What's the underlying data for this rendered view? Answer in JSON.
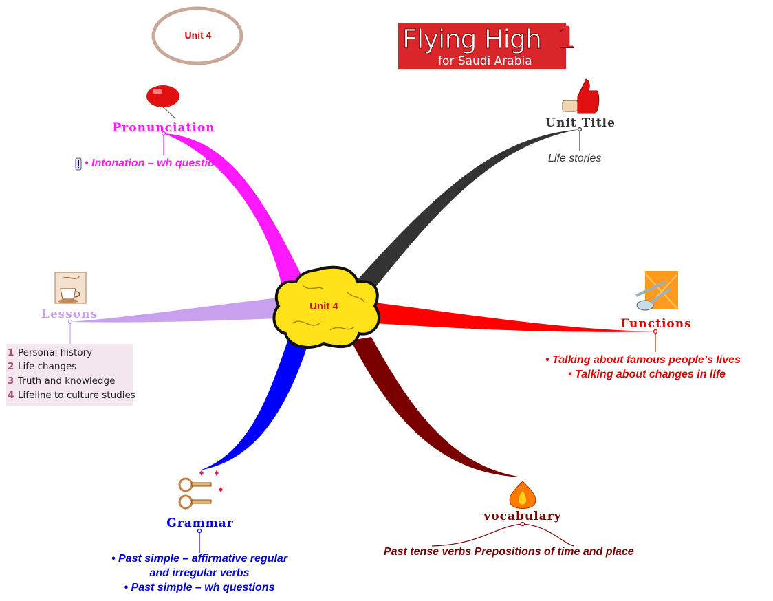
{
  "center": {
    "label": "Unit 4"
  },
  "top_oval": {
    "label": "Unit 4"
  },
  "logo": {
    "title": "Flying High",
    "number": "1",
    "subtitle": "for Saudi Arabia"
  },
  "colors": {
    "pronunciation": "#ff19ff",
    "unit_title": "#333333",
    "lessons": "#c9a0ee",
    "functions": "#ff0000",
    "grammar": "#0000ff",
    "vocabulary": "#7a0000"
  },
  "branches": {
    "pronunciation": {
      "title": "Pronunciation",
      "icon": "balloon-icon",
      "note": "• Intonation – wh questions"
    },
    "unit_title": {
      "title": "Unit Title",
      "icon": "thumbs-up-icon",
      "note": "Life stories"
    },
    "lessons": {
      "title": "Lessons",
      "icon": "coffee-cup-icon",
      "items": [
        {
          "num": "1",
          "label": "Personal history"
        },
        {
          "num": "2",
          "label": "Life changes"
        },
        {
          "num": "3",
          "label": "Truth and knowledge"
        },
        {
          "num": "4",
          "label": "Lifeline to culture studies"
        }
      ]
    },
    "functions": {
      "title": "Functions",
      "icon": "fork-spoon-icon",
      "notes": [
        "• Talking about famous people’s lives",
        "• Talking about changes in life"
      ]
    },
    "grammar": {
      "title": "Grammar",
      "icon": "keys-hearts-icon",
      "notes": [
        "• Past simple – affirmative regular",
        "and irregular verbs",
        "• Past simple – wh questions"
      ]
    },
    "vocabulary": {
      "title": "vocabulary",
      "icon": "fire-icon",
      "note": "Past tense verbs Prepositions of time and place"
    }
  }
}
